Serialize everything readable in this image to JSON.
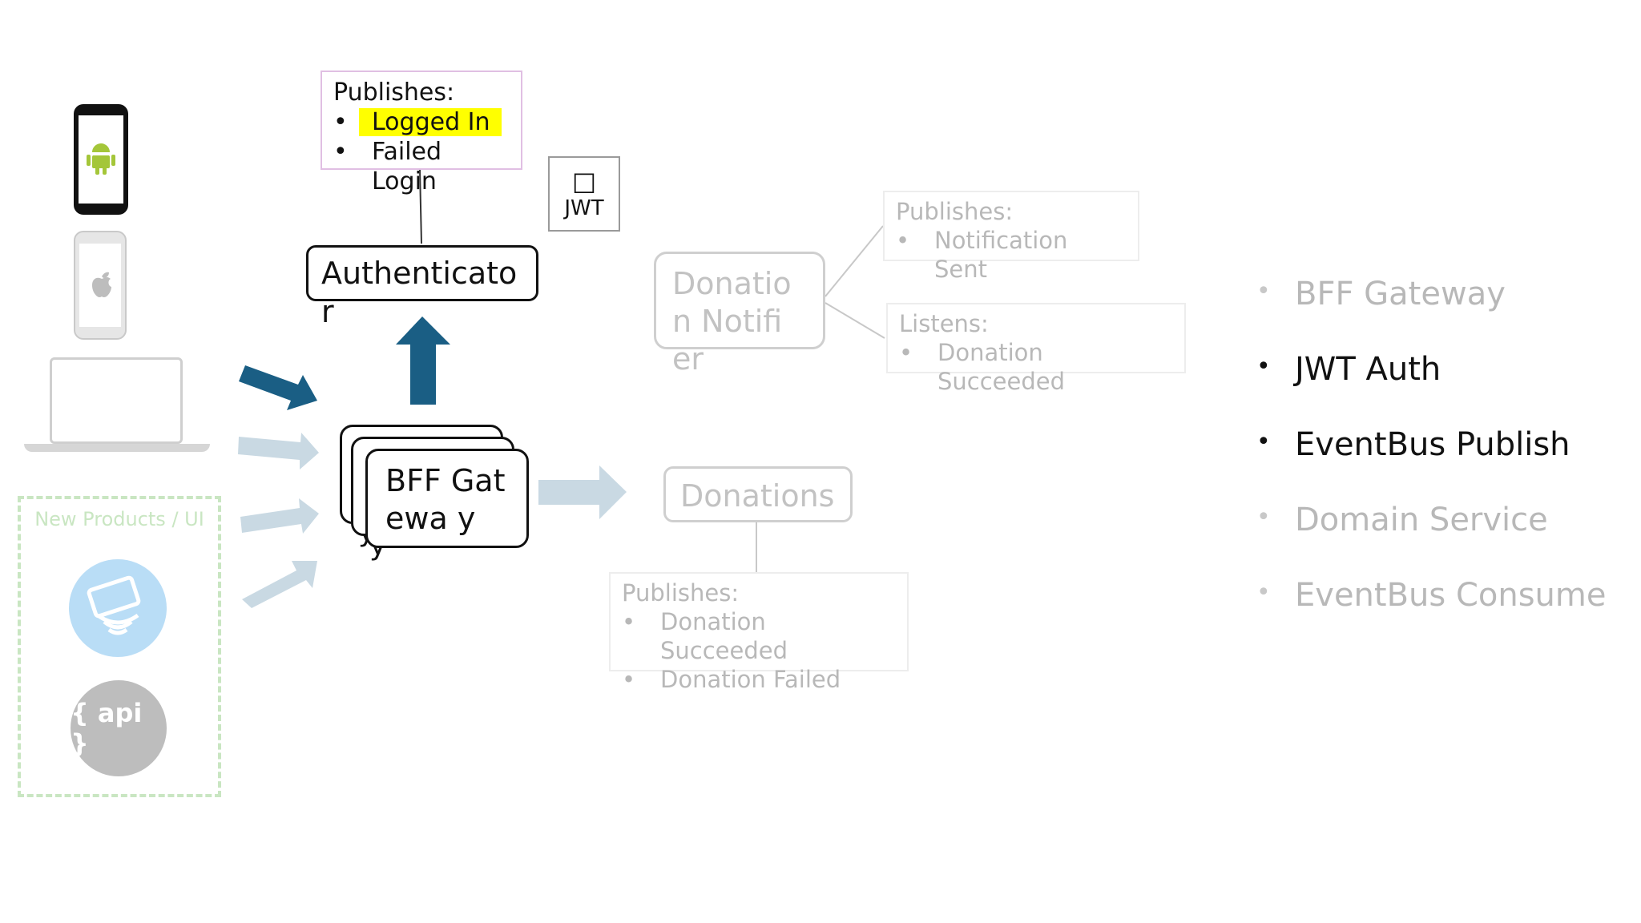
{
  "colors": {
    "dark_arrow": "#1a5e84",
    "faded_arrow": "#c9d9e3",
    "highlight": "#ffff00",
    "faded_text": "#b8b8b8",
    "dashed_green": "#c9e6c2",
    "publishes_border": "#e0bfe3",
    "android_green": "#a4c639",
    "api_badge": "#bdbdbd",
    "nfc_badge": "#b9ddf6"
  },
  "devices": {
    "new_products_label": "New Products / UI",
    "api_badge_text": "{ api }"
  },
  "authenticator": {
    "label": "Authenticato r",
    "publishes": {
      "title": "Publishes:",
      "items": [
        "Logged In",
        "Failed Login"
      ]
    }
  },
  "jwt": {
    "icon": "□",
    "label": "JWT"
  },
  "bff_gateway": {
    "label": "BFF Gatewa y",
    "stack_back_text": "y"
  },
  "donation_notifier": {
    "label": "Donatio n Notifier",
    "publishes": {
      "title": "Publishes:",
      "items": [
        "Notification Sent"
      ]
    },
    "listens": {
      "title": "Listens:",
      "items": [
        "Donation Succeeded"
      ]
    }
  },
  "donations": {
    "label": "Donations",
    "publishes": {
      "title": "Publishes:",
      "items": [
        "Donation Succeeded",
        "Donation Failed"
      ]
    }
  },
  "legend": {
    "items": [
      {
        "text": "BFF Gateway",
        "active": false
      },
      {
        "text": "JWT Auth",
        "active": true
      },
      {
        "text": "EventBus Publish",
        "active": true
      },
      {
        "text": "Domain Service",
        "active": false
      },
      {
        "text": "EventBus Consume",
        "active": false
      }
    ]
  }
}
